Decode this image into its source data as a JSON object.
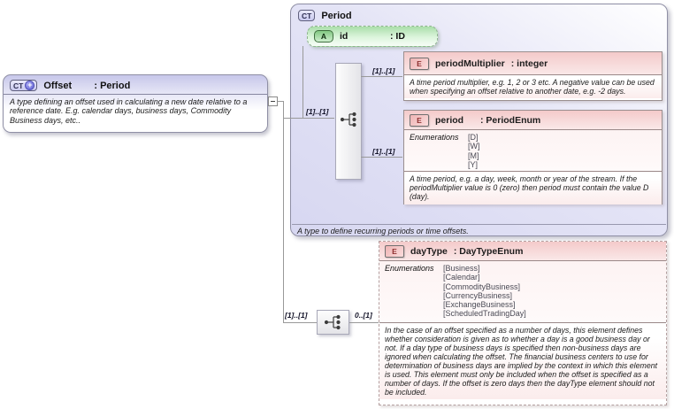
{
  "diagram": {
    "offset": {
      "badge": "CT",
      "plus_icon": "+",
      "name": "Offset",
      "type": ": Period",
      "description": "A type defining an offset used in calculating a new date relative to a reference date. E.g. calendar days, business days, Commodity Business days, etc.."
    },
    "period_type": {
      "badge": "CT",
      "name": "Period",
      "footer": "A type to define recurring periods or time offsets.",
      "id_attribute": {
        "badge": "A",
        "name": "id",
        "type": ": ID"
      }
    },
    "period_multiplier": {
      "badge": "E",
      "name": "periodMultiplier",
      "type": ": integer",
      "description": "A time period multiplier, e.g. 1, 2 or 3 etc. A negative value can be used when specifying an offset relative to another date, e.g. -2 days."
    },
    "period_element": {
      "badge": "E",
      "name": "period",
      "type": ": PeriodEnum",
      "enumerations_label": "Enumerations",
      "enumerations": [
        "[D]",
        "[W]",
        "[M]",
        "[Y]"
      ],
      "description": "A time period, e.g. a day, week, month or year of the stream. If the periodMultiplier value is 0 (zero) then period must contain the value D (day)."
    },
    "day_type": {
      "badge": "E",
      "name": "dayType",
      "type": ": DayTypeEnum",
      "enumerations_label": "Enumerations",
      "enumerations": [
        "[Business]",
        "[Calendar]",
        "[CommodityBusiness]",
        "[CurrencyBusiness]",
        "[ExchangeBusiness]",
        "[ScheduledTradingDay]"
      ],
      "description": "In the case of an offset specified as a number of days, this element defines whether consideration is given as to whether a day is a good business day or not. If a day type of business days is specified then non-business days are ignored when calculating the offset. The financial business centers to use for determination of business days are implied by the context in which this element is used. This element must only be included when the offset is specified as a number of days. If the offset is zero days then the dayType element should not be included."
    },
    "cardinality": {
      "offset_to_sequence": "[1]..[1]",
      "sequence_to_period_multiplier": "[1]..[1]",
      "sequence_to_period": "[1]..[1]",
      "offset_to_day_sequence": "[1]..[1]",
      "day_sequence_to_day_type": "0..[1]"
    },
    "colors": {
      "complex_type_fill": "#d7d7f1",
      "element_header_fill": "#f4caca",
      "attribute_fill": "#a9dea9",
      "connector_line": "#999999"
    }
  }
}
